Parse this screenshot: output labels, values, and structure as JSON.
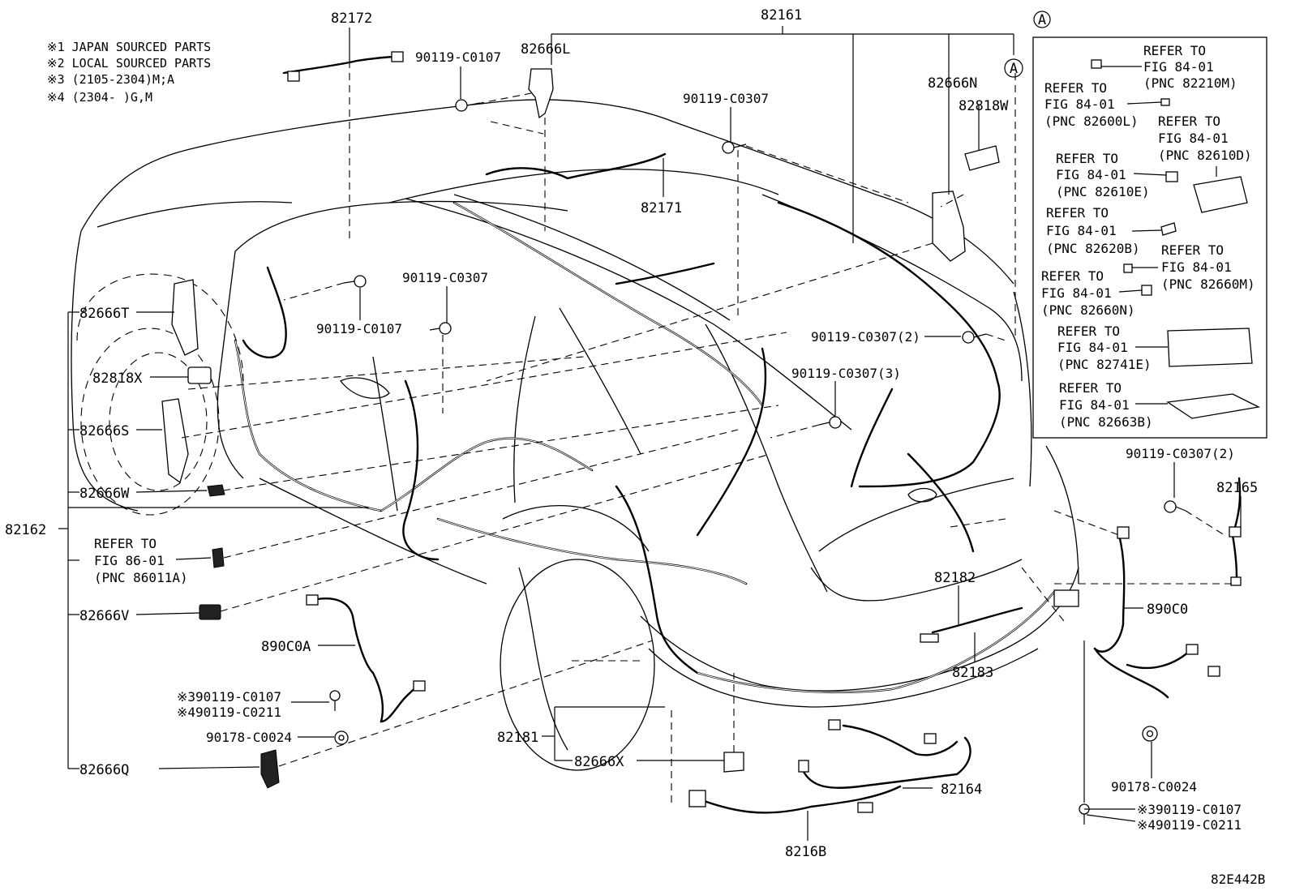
{
  "notes": [
    "※1 JAPAN SOURCED PARTS",
    "※2 LOCAL SOURCED PARTS",
    "※3 (2105-2304)M;A",
    "※4 (2304-      )G,M"
  ],
  "callout_marker": "A",
  "figure_code": "82E442B",
  "labels": {
    "p82172": "82172",
    "p82161": "82161",
    "p82666L": "82666L",
    "p82666N": "82666N",
    "p82818W": "82818W",
    "p82171": "82171",
    "p82666T": "82666T",
    "p82818X": "82818X",
    "p82666S": "82666S",
    "p82666W": "82666W",
    "p82162": "82162",
    "p82666V": "82666V",
    "p890C0A": "890C0A",
    "p82666Q": "82666Q",
    "p82181": "82181",
    "p82666X": "82666X",
    "p82164": "82164",
    "p8216B": "8216B",
    "p82182": "82182",
    "p82183": "82183",
    "p82165": "82165",
    "p890C0": "890C0",
    "b_0107_top": "90119-C0107",
    "b_0307_top": "90119-C0307",
    "b_0307_mid": "90119-C0307",
    "b_0107_mid": "90119-C0107",
    "b_0307_2": "90119-C0307(2)",
    "b_0307_3": "90119-C0307(3)",
    "b_0307_2r": "90119-C0307(2)",
    "b_0024_l": "90178-C0024",
    "b_0024_r": "90178-C0024",
    "b_3_0107_l": "※390119-C0107",
    "b_4_0211_l": "※490119-C0211",
    "b_3_0107_r": "※390119-C0107",
    "b_4_0211_r": "※490119-C0211"
  },
  "refer_left": [
    "REFER TO",
    "FIG 86-01",
    "(PNC 86011A)"
  ],
  "refer_box": [
    [
      "REFER TO",
      "FIG 84-01",
      "(PNC 82210M)"
    ],
    [
      "REFER TO",
      "FIG 84-01",
      "(PNC 82600L)"
    ],
    [
      "REFER TO",
      "FIG 84-01",
      "(PNC 82610D)"
    ],
    [
      "REFER TO",
      "FIG 84-01",
      "(PNC 82610E)"
    ],
    [
      "REFER TO",
      "FIG 84-01",
      "(PNC 82620B)"
    ],
    [
      "REFER TO",
      "FIG 84-01",
      "(PNC 82660M)"
    ],
    [
      "REFER TO",
      "FIG 84-01",
      "(PNC 82660N)"
    ],
    [
      "REFER TO",
      "FIG 84-01",
      "(PNC 82741E)"
    ],
    [
      "REFER TO",
      "FIG 84-01",
      "(PNC 82663B)"
    ]
  ]
}
